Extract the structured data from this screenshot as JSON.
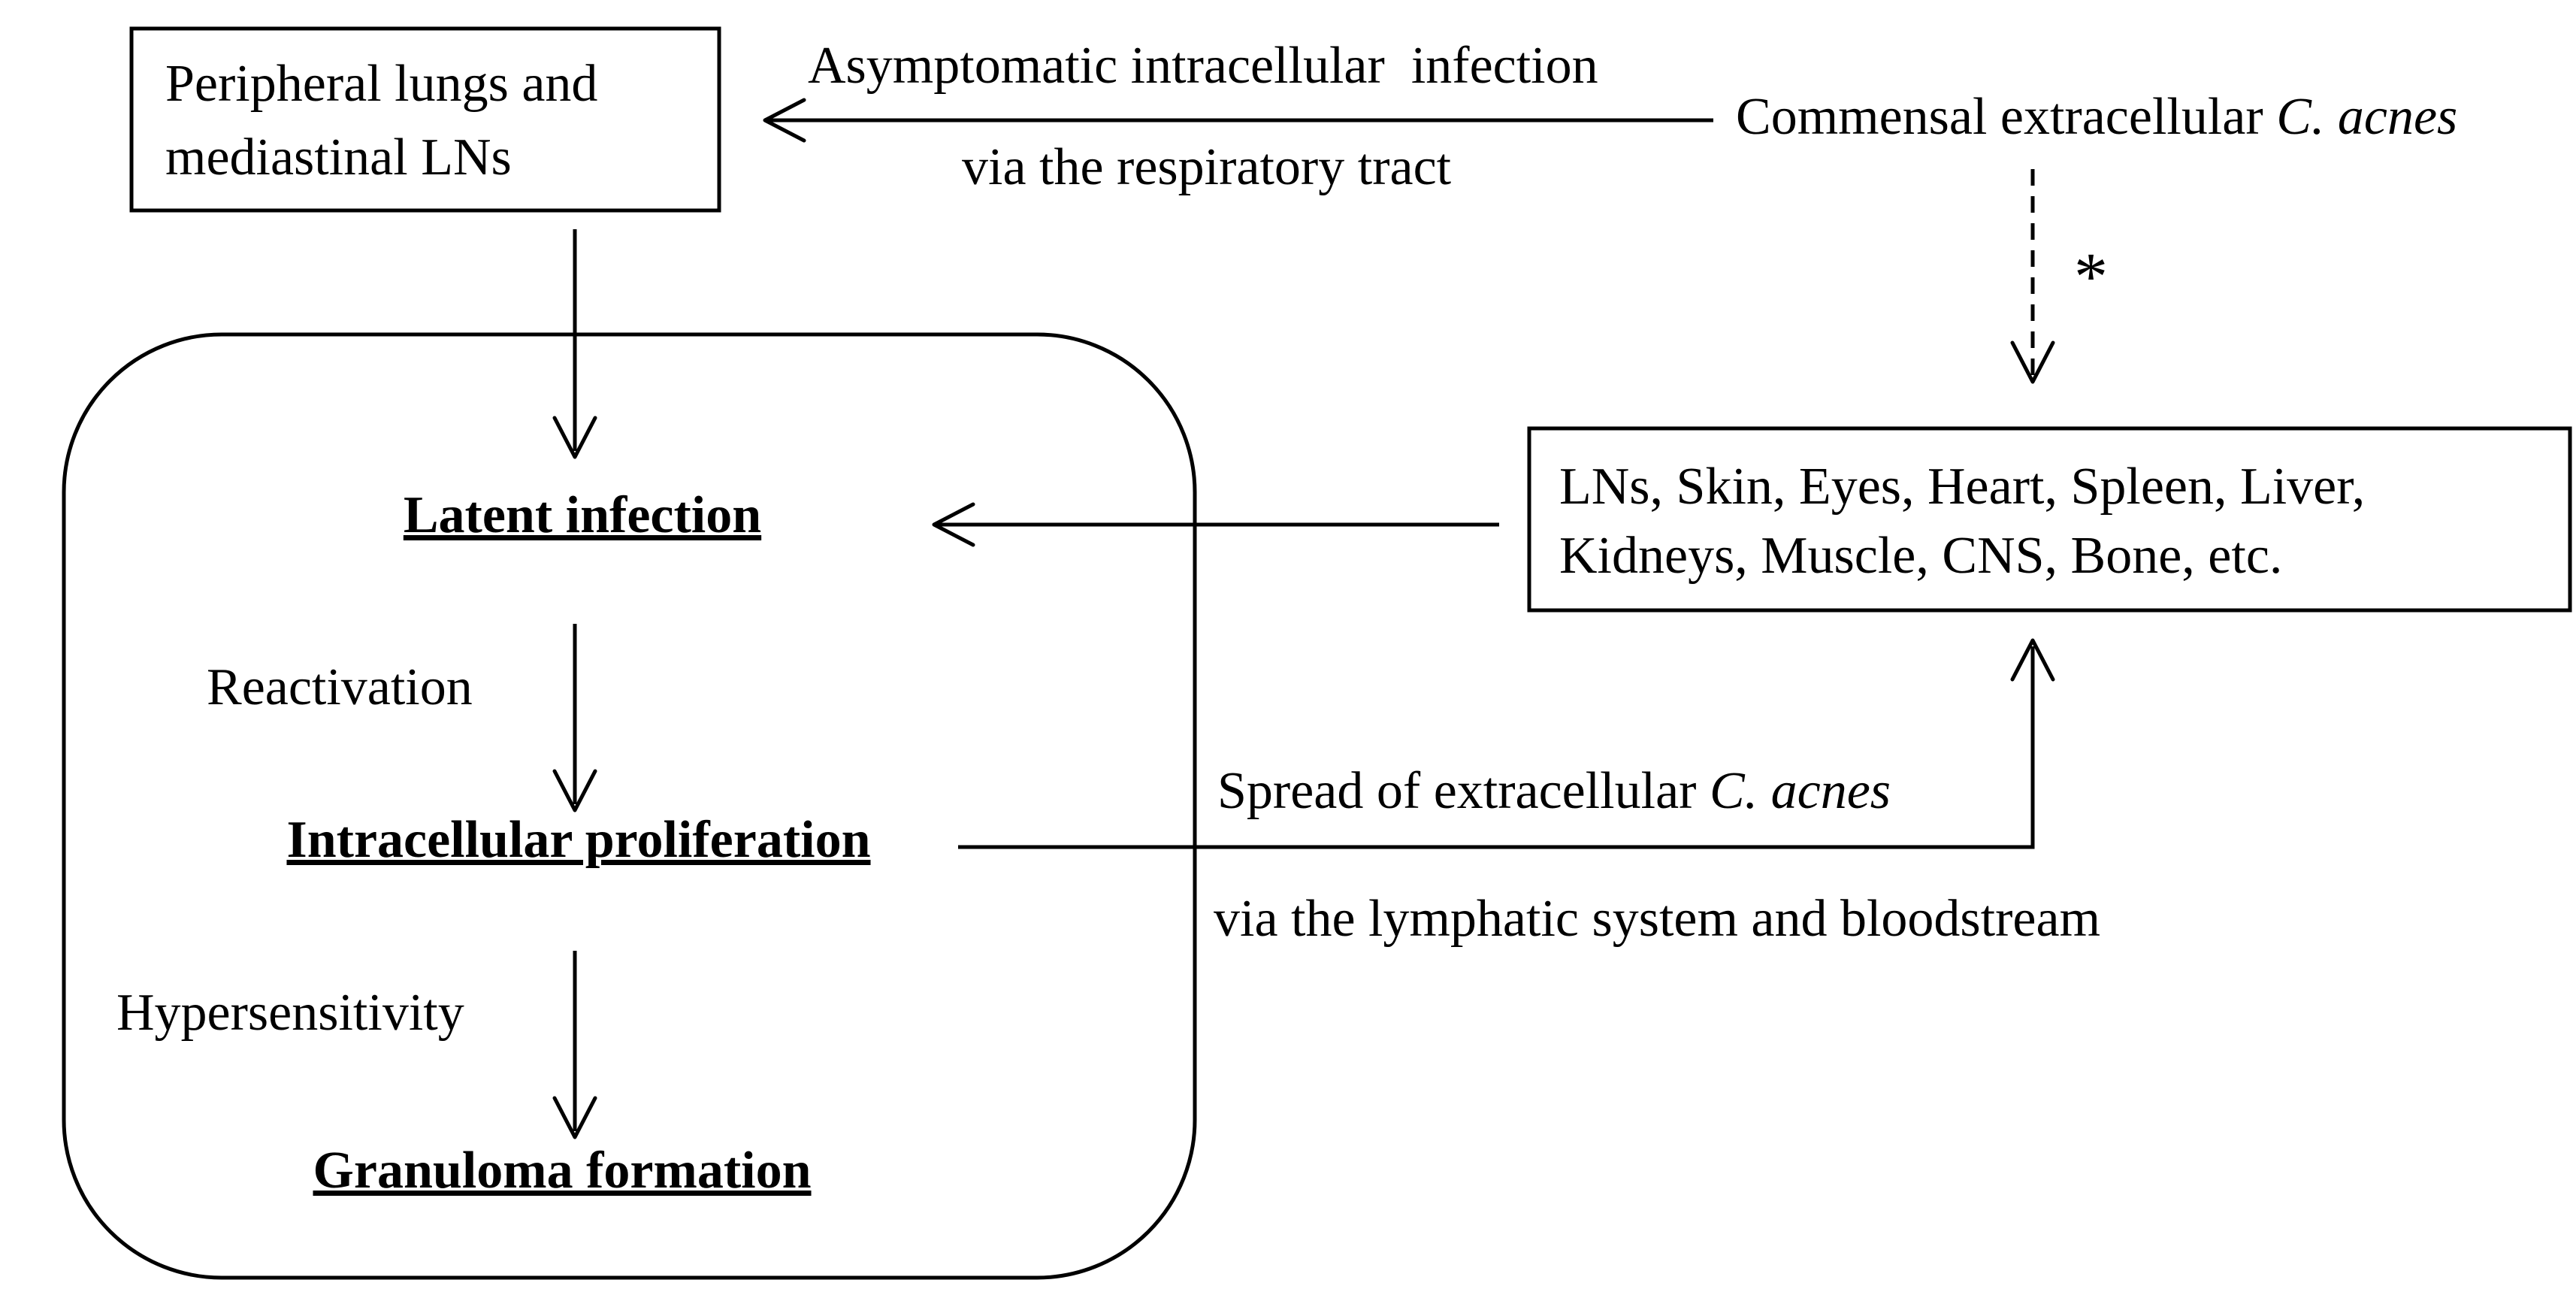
{
  "nodes": {
    "peripheral": {
      "line1": "Peripheral lungs and",
      "line2": "mediastinal LNs"
    },
    "commensal": {
      "text": "Commensal extracellular ",
      "italic": "C. acnes"
    },
    "organs": {
      "line1": "LNs, Skin, Eyes, Heart, Spleen, Liver,",
      "line2": "Kidneys, Muscle, CNS, Bone, etc."
    },
    "stages": {
      "latent": "Latent infection",
      "proliferation": "Intracellular proliferation",
      "granuloma": "Granuloma formation"
    }
  },
  "edges": {
    "respiratory": {
      "above": "Asymptomatic intracellular  infection",
      "below": "via the respiratory tract"
    },
    "reactivation": "Reactivation",
    "hypersensitivity": "Hypersensitivity",
    "asterisk": "*",
    "spread": {
      "text": "Spread of extracellular ",
      "italic": "C. acnes",
      "below": "via the lymphatic system and bloodstream"
    }
  }
}
